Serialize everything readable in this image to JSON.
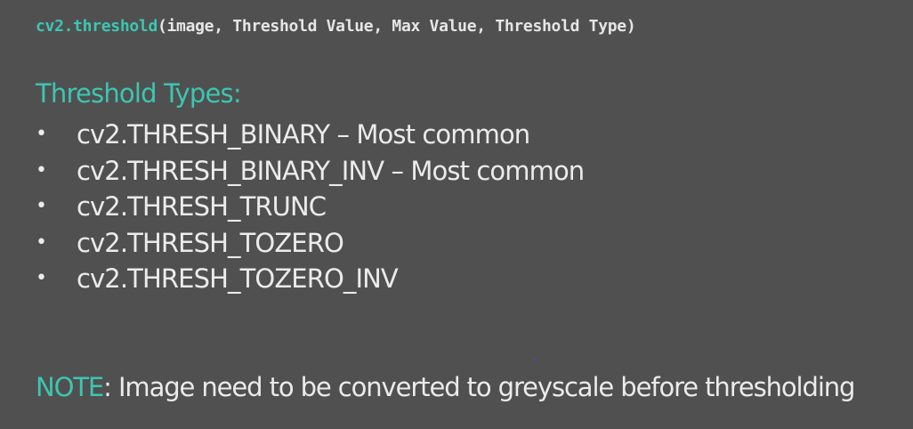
{
  "code": {
    "function": "cv2.threshold",
    "args": "(image, Threshold Value, Max Value, Threshold Type)"
  },
  "heading": "Threshold Types:",
  "bullet_glyph": "•",
  "types": [
    {
      "text": "cv2.THRESH_BINARY – Most common"
    },
    {
      "text": "cv2.THRESH_BINARY_INV – Most common"
    },
    {
      "text": "cv2.THRESH_TRUNC"
    },
    {
      "text": "cv2.THRESH_TOZERO"
    },
    {
      "text": "cv2.THRESH_TOZERO_INV"
    }
  ],
  "note": {
    "label": "NOTE",
    "text": ": Image need to be converted to greyscale before thresholding"
  },
  "colors": {
    "background": "#505050",
    "accent": "#3cc6b2",
    "text": "#ebebeb"
  }
}
